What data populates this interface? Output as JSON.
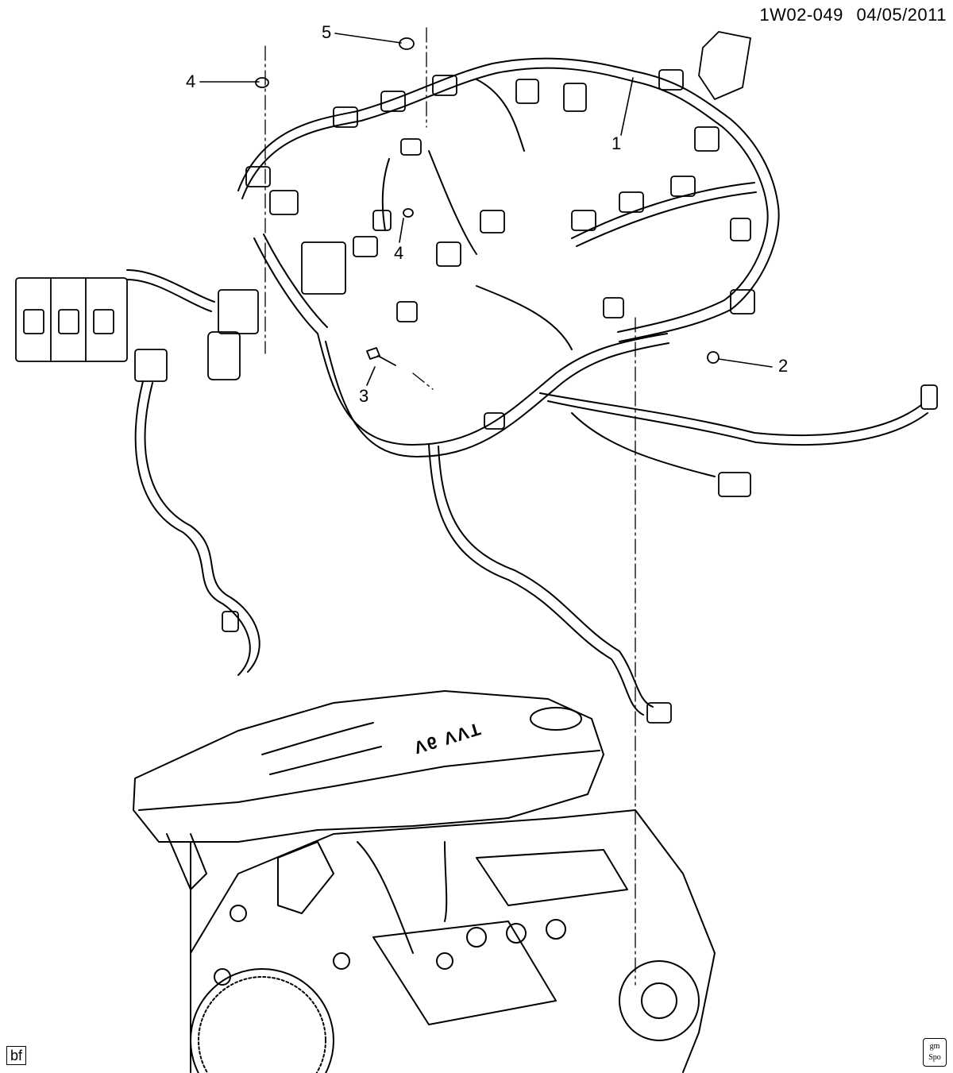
{
  "header": {
    "diagram_code": "1W02-049",
    "date": "04/05/2011"
  },
  "callouts": [
    {
      "id": "1",
      "label": "1"
    },
    {
      "id": "2",
      "label": "2"
    },
    {
      "id": "3",
      "label": "3"
    },
    {
      "id": "4a",
      "label": "4"
    },
    {
      "id": "4b",
      "label": "4"
    },
    {
      "id": "5",
      "label": "5"
    }
  ],
  "engine_cover_text": "V6 VVT",
  "corner_label": "bf",
  "logo_text": {
    "line1": "gm",
    "line2": "Spo"
  },
  "colors": {
    "ink": "#000000",
    "paper": "#ffffff"
  }
}
